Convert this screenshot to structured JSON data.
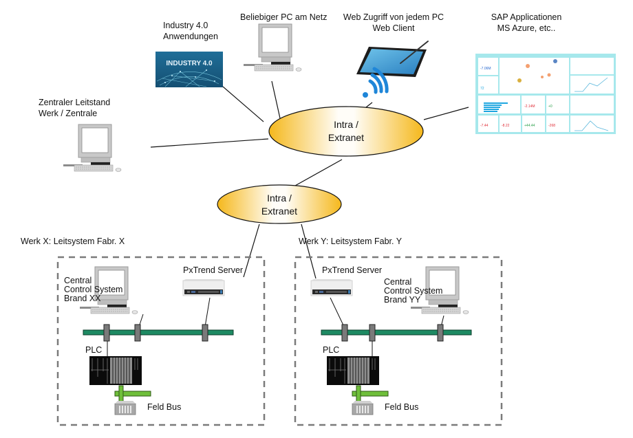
{
  "diagram": {
    "nodes": {
      "industry": {
        "label_lines": [
          "Industry 4.0",
          "Anwendungen"
        ],
        "image_text": "INDUSTRY 4.0"
      },
      "pc_net": {
        "label": "Beliebiger PC am Netz"
      },
      "web": {
        "label_lines": [
          "Web Zugriff von jedem PC",
          "Web Client"
        ]
      },
      "sap": {
        "label_lines": [
          "SAP Applicationen",
          "MS Azure, etc.."
        ]
      },
      "central": {
        "label_lines": [
          "Zentraler Leitstand",
          "Werk / Zentrale"
        ]
      },
      "net_main": {
        "label_lines": [
          "Intra /",
          "Extranet"
        ]
      },
      "net_sub": {
        "label_lines": [
          "Intra /",
          "Extranet"
        ]
      }
    },
    "plants": [
      {
        "title": "Werk X:  Leitsystem Fabr. X",
        "control_label_lines": [
          "Central",
          "Control System",
          "Brand XX"
        ],
        "server_label": "PxTrend Server",
        "plc_label": "PLC",
        "fieldbus_label": "Feld Bus"
      },
      {
        "title": "Werk Y:  Leitsystem Fabr. Y",
        "control_label_lines": [
          "Central",
          "Control System",
          "Brand YY"
        ],
        "server_label": "PxTrend Server",
        "plc_label": "PLC",
        "fieldbus_label": "Feld Bus"
      }
    ],
    "dashboard": {
      "kpis": [
        "-7.06M",
        "72",
        "-2.14M",
        "+0",
        "-7.44",
        "-8.22",
        "+44.44",
        "-268"
      ]
    },
    "colors": {
      "ellipse_edge": "#f5b81c",
      "ellipse_center": "#fffdf8",
      "bus_green": "#1e8a63",
      "fieldbus_green": "#6fbf3a",
      "wifi_blue": "#1f86d8",
      "dashboard_bg": "#a6e8ec",
      "dashed_border": "#7a7a7a"
    }
  }
}
